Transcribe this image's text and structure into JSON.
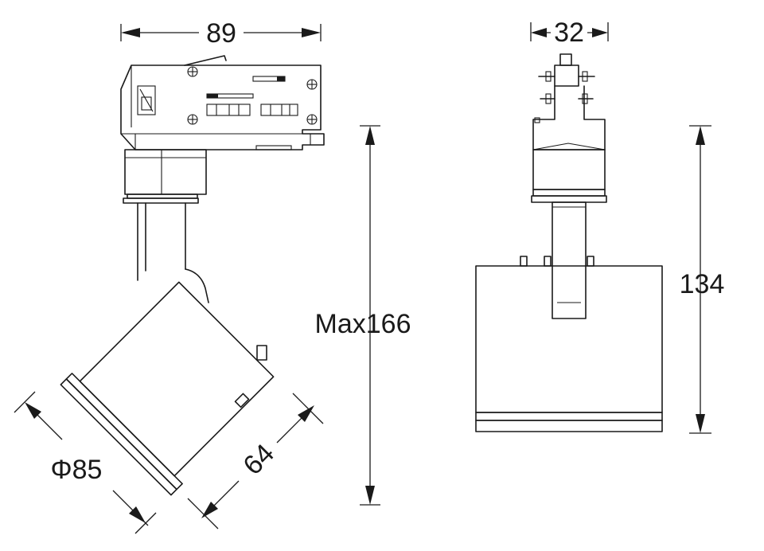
{
  "dimensions": {
    "front_width": "89",
    "side_width": "32",
    "height_max": "Max166",
    "side_height": "134",
    "head_diameter": "Φ85",
    "head_length": "64"
  },
  "colors": {
    "line": "#1a1a1a",
    "background": "#ffffff"
  }
}
